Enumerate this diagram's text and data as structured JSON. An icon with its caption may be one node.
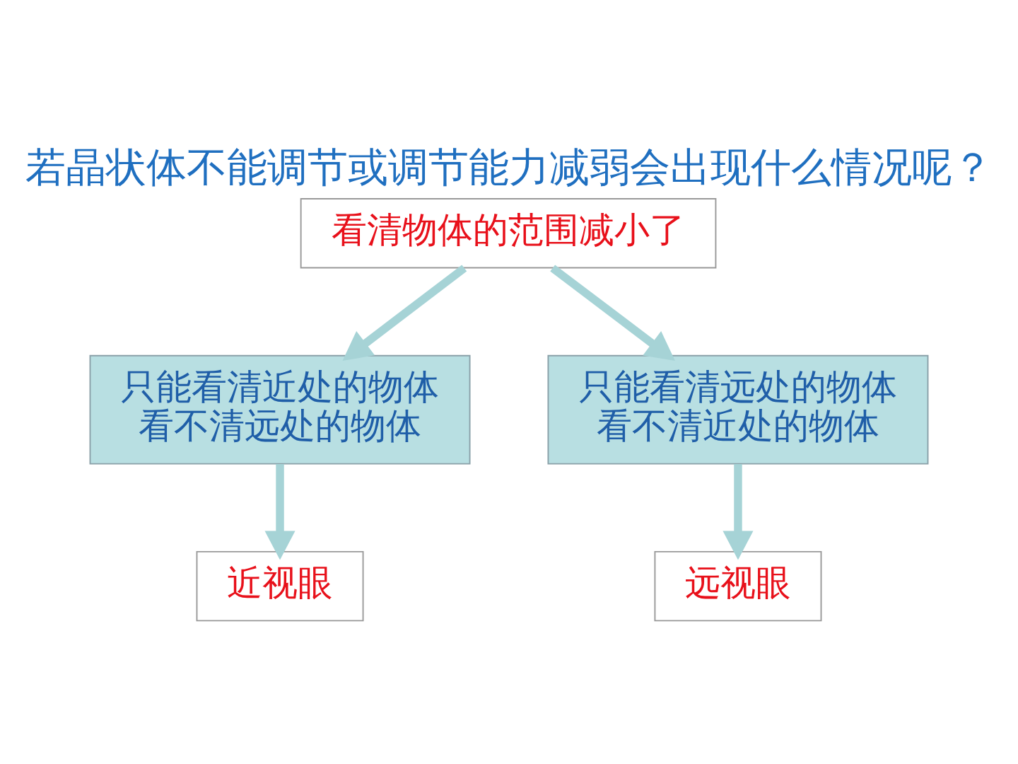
{
  "diagram": {
    "title": "若晶状体不能调节或调节能力减弱会出现什么情况呢？",
    "nodes": [
      {
        "text": [
          "看清物体的范围减小了"
        ]
      },
      {
        "text": [
          "只能看清近处的物体",
          "看不清远处的物体"
        ]
      },
      {
        "text": [
          "只能看清远处的物体",
          "看不清近处的物体"
        ]
      },
      {
        "text": [
          "近视眼"
        ]
      },
      {
        "text": [
          "远视眼"
        ]
      }
    ],
    "edges": [
      {
        "from": 0,
        "to": 1,
        "arrow": "to"
      },
      {
        "from": 0,
        "to": 2,
        "arrow": "to"
      },
      {
        "from": 1,
        "to": 3,
        "arrow": "to"
      },
      {
        "from": 2,
        "to": 4,
        "arrow": "to"
      }
    ]
  }
}
